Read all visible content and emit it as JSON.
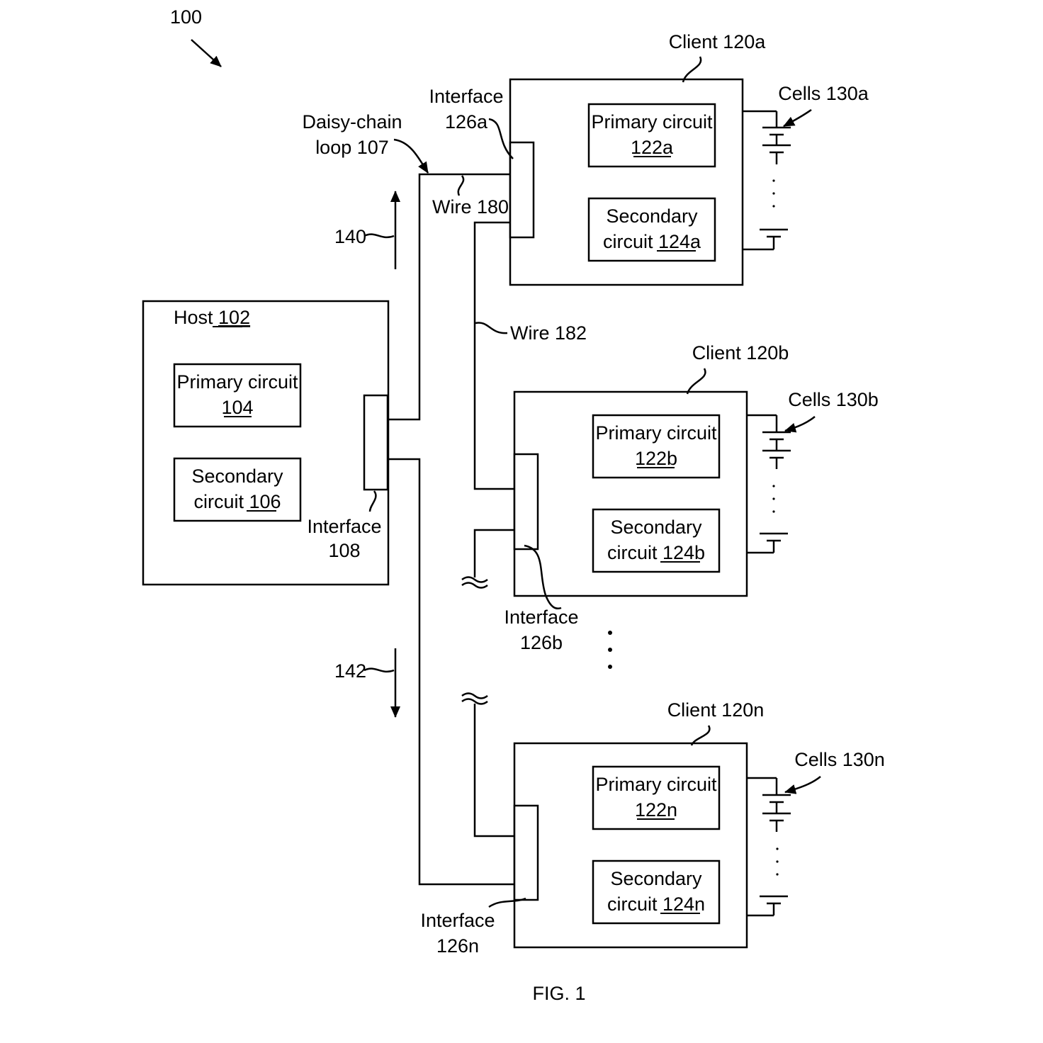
{
  "ref": "100",
  "figure": "FIG. 1",
  "daisy_chain": {
    "line1": "Daisy-chain",
    "line2": "loop 107"
  },
  "wire180": "Wire 180",
  "wire182": "Wire 182",
  "arrow_up": "140",
  "arrow_down": "142",
  "host": {
    "label": "Host ",
    "num": "102",
    "primary": {
      "line1": "Primary circuit",
      "num": "104"
    },
    "secondary": {
      "line1": "Secondary",
      "line2": "circuit ",
      "num": "106"
    },
    "interface": {
      "line1": "Interface",
      "line2": "108"
    }
  },
  "clients": {
    "a": {
      "label": "Client 120a",
      "primary": {
        "line1": "Primary circuit",
        "num": "122a"
      },
      "secondary": {
        "line1": "Secondary",
        "line2": "circuit ",
        "num": "124a"
      },
      "interface": {
        "line1": "Interface",
        "line2": "126a"
      },
      "cells": "Cells 130a"
    },
    "b": {
      "label": "Client 120b",
      "primary": {
        "line1": "Primary circuit",
        "num": "122b"
      },
      "secondary": {
        "line1": "Secondary",
        "line2": "circuit ",
        "num": "124b"
      },
      "interface": {
        "line1": "Interface",
        "line2": "126b"
      },
      "cells": "Cells 130b"
    },
    "n": {
      "label": "Client 120n",
      "primary": {
        "line1": "Primary circuit",
        "num": "122n"
      },
      "secondary": {
        "line1": "Secondary",
        "line2": "circuit ",
        "num": "124n"
      },
      "interface": {
        "line1": "Interface",
        "line2": "126n"
      },
      "cells": "Cells 130n"
    }
  }
}
